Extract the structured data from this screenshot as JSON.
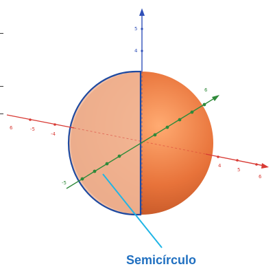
{
  "callout": {
    "label": "Semicírculo"
  },
  "axes": {
    "x": {
      "color": "#d83a34",
      "ticks": [
        "6",
        "-5",
        "-4",
        "4",
        "5",
        "6"
      ]
    },
    "y": {
      "color": "#2f8a3a",
      "ticks": [
        "-5",
        "6"
      ]
    },
    "z": {
      "color": "#2f4fb8",
      "ticks": [
        "5",
        "4"
      ]
    }
  },
  "colors": {
    "sphere": "#e8753c",
    "semicircle_fill": "#f0b89a",
    "semicircle_outline": "#1f4aa0",
    "callout": "#1fb5e6"
  },
  "icons": {
    "arrowheads": "triangle-arrow-icon"
  }
}
